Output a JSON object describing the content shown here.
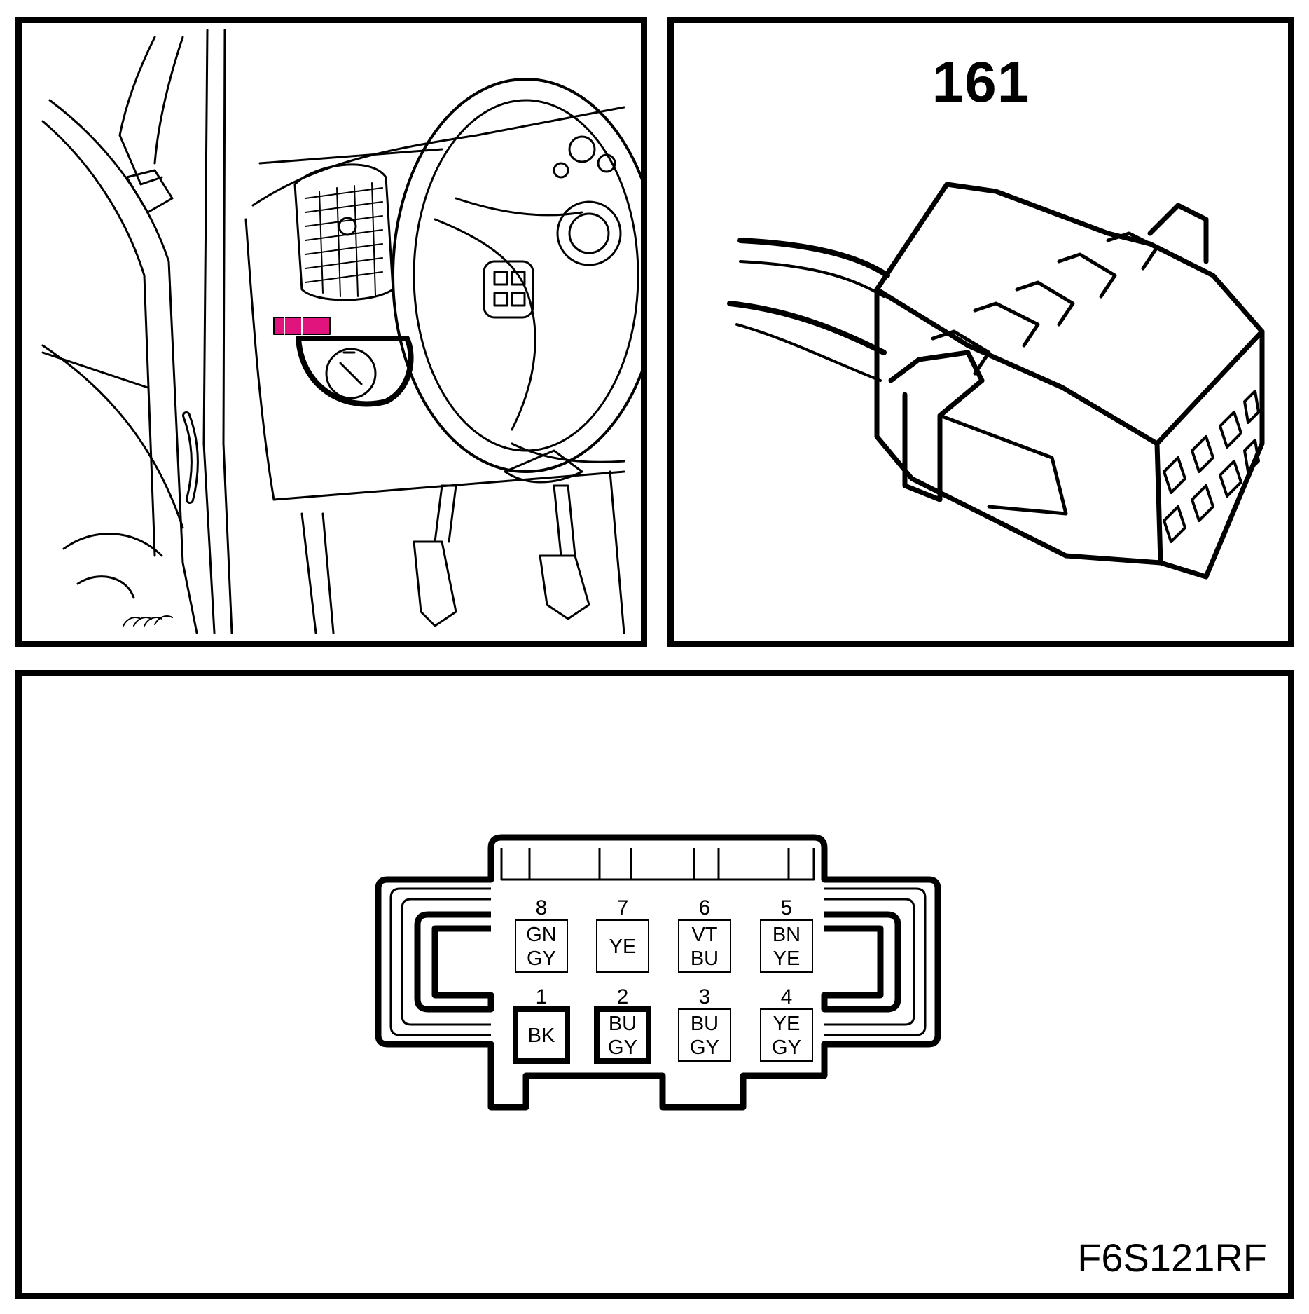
{
  "connector": {
    "number": "161",
    "figure_code": "F6S121RF",
    "highlight_color": "#e0147c",
    "pins": [
      {
        "num": "8",
        "colors": [
          "GN",
          "GY"
        ],
        "row": "top",
        "col": 0,
        "bold": false
      },
      {
        "num": "7",
        "colors": [
          "YE"
        ],
        "row": "top",
        "col": 1,
        "bold": false
      },
      {
        "num": "6",
        "colors": [
          "VT",
          "BU"
        ],
        "row": "top",
        "col": 2,
        "bold": false
      },
      {
        "num": "5",
        "colors": [
          "BN",
          "YE"
        ],
        "row": "top",
        "col": 3,
        "bold": false
      },
      {
        "num": "1",
        "colors": [
          "BK"
        ],
        "row": "bottom",
        "col": 0,
        "bold": true
      },
      {
        "num": "2",
        "colors": [
          "BU",
          "GY"
        ],
        "row": "bottom",
        "col": 1,
        "bold": true
      },
      {
        "num": "3",
        "colors": [
          "BU",
          "GY"
        ],
        "row": "bottom",
        "col": 2,
        "bold": false
      },
      {
        "num": "4",
        "colors": [
          "YE",
          "GY"
        ],
        "row": "bottom",
        "col": 3,
        "bold": false
      }
    ]
  }
}
